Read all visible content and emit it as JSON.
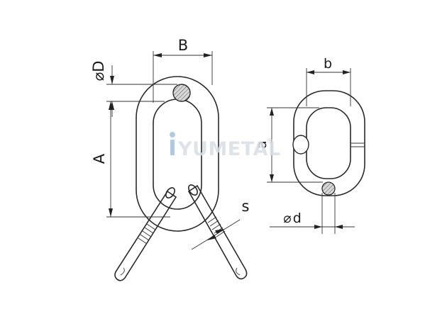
{
  "diagram": {
    "labels": {
      "B": "B",
      "D": "D",
      "A": "A",
      "s": "s",
      "b": "b",
      "a": "a",
      "d": "d"
    },
    "diameter_symbol": "⌀",
    "watermark": {
      "text": "YUMETAL",
      "registered": "®"
    },
    "colors": {
      "line": "#2a2a2a",
      "section_fill": "#cfcfcf",
      "watermark": "#d8dfe7",
      "watermark_accent": "#9fc3e6"
    }
  }
}
